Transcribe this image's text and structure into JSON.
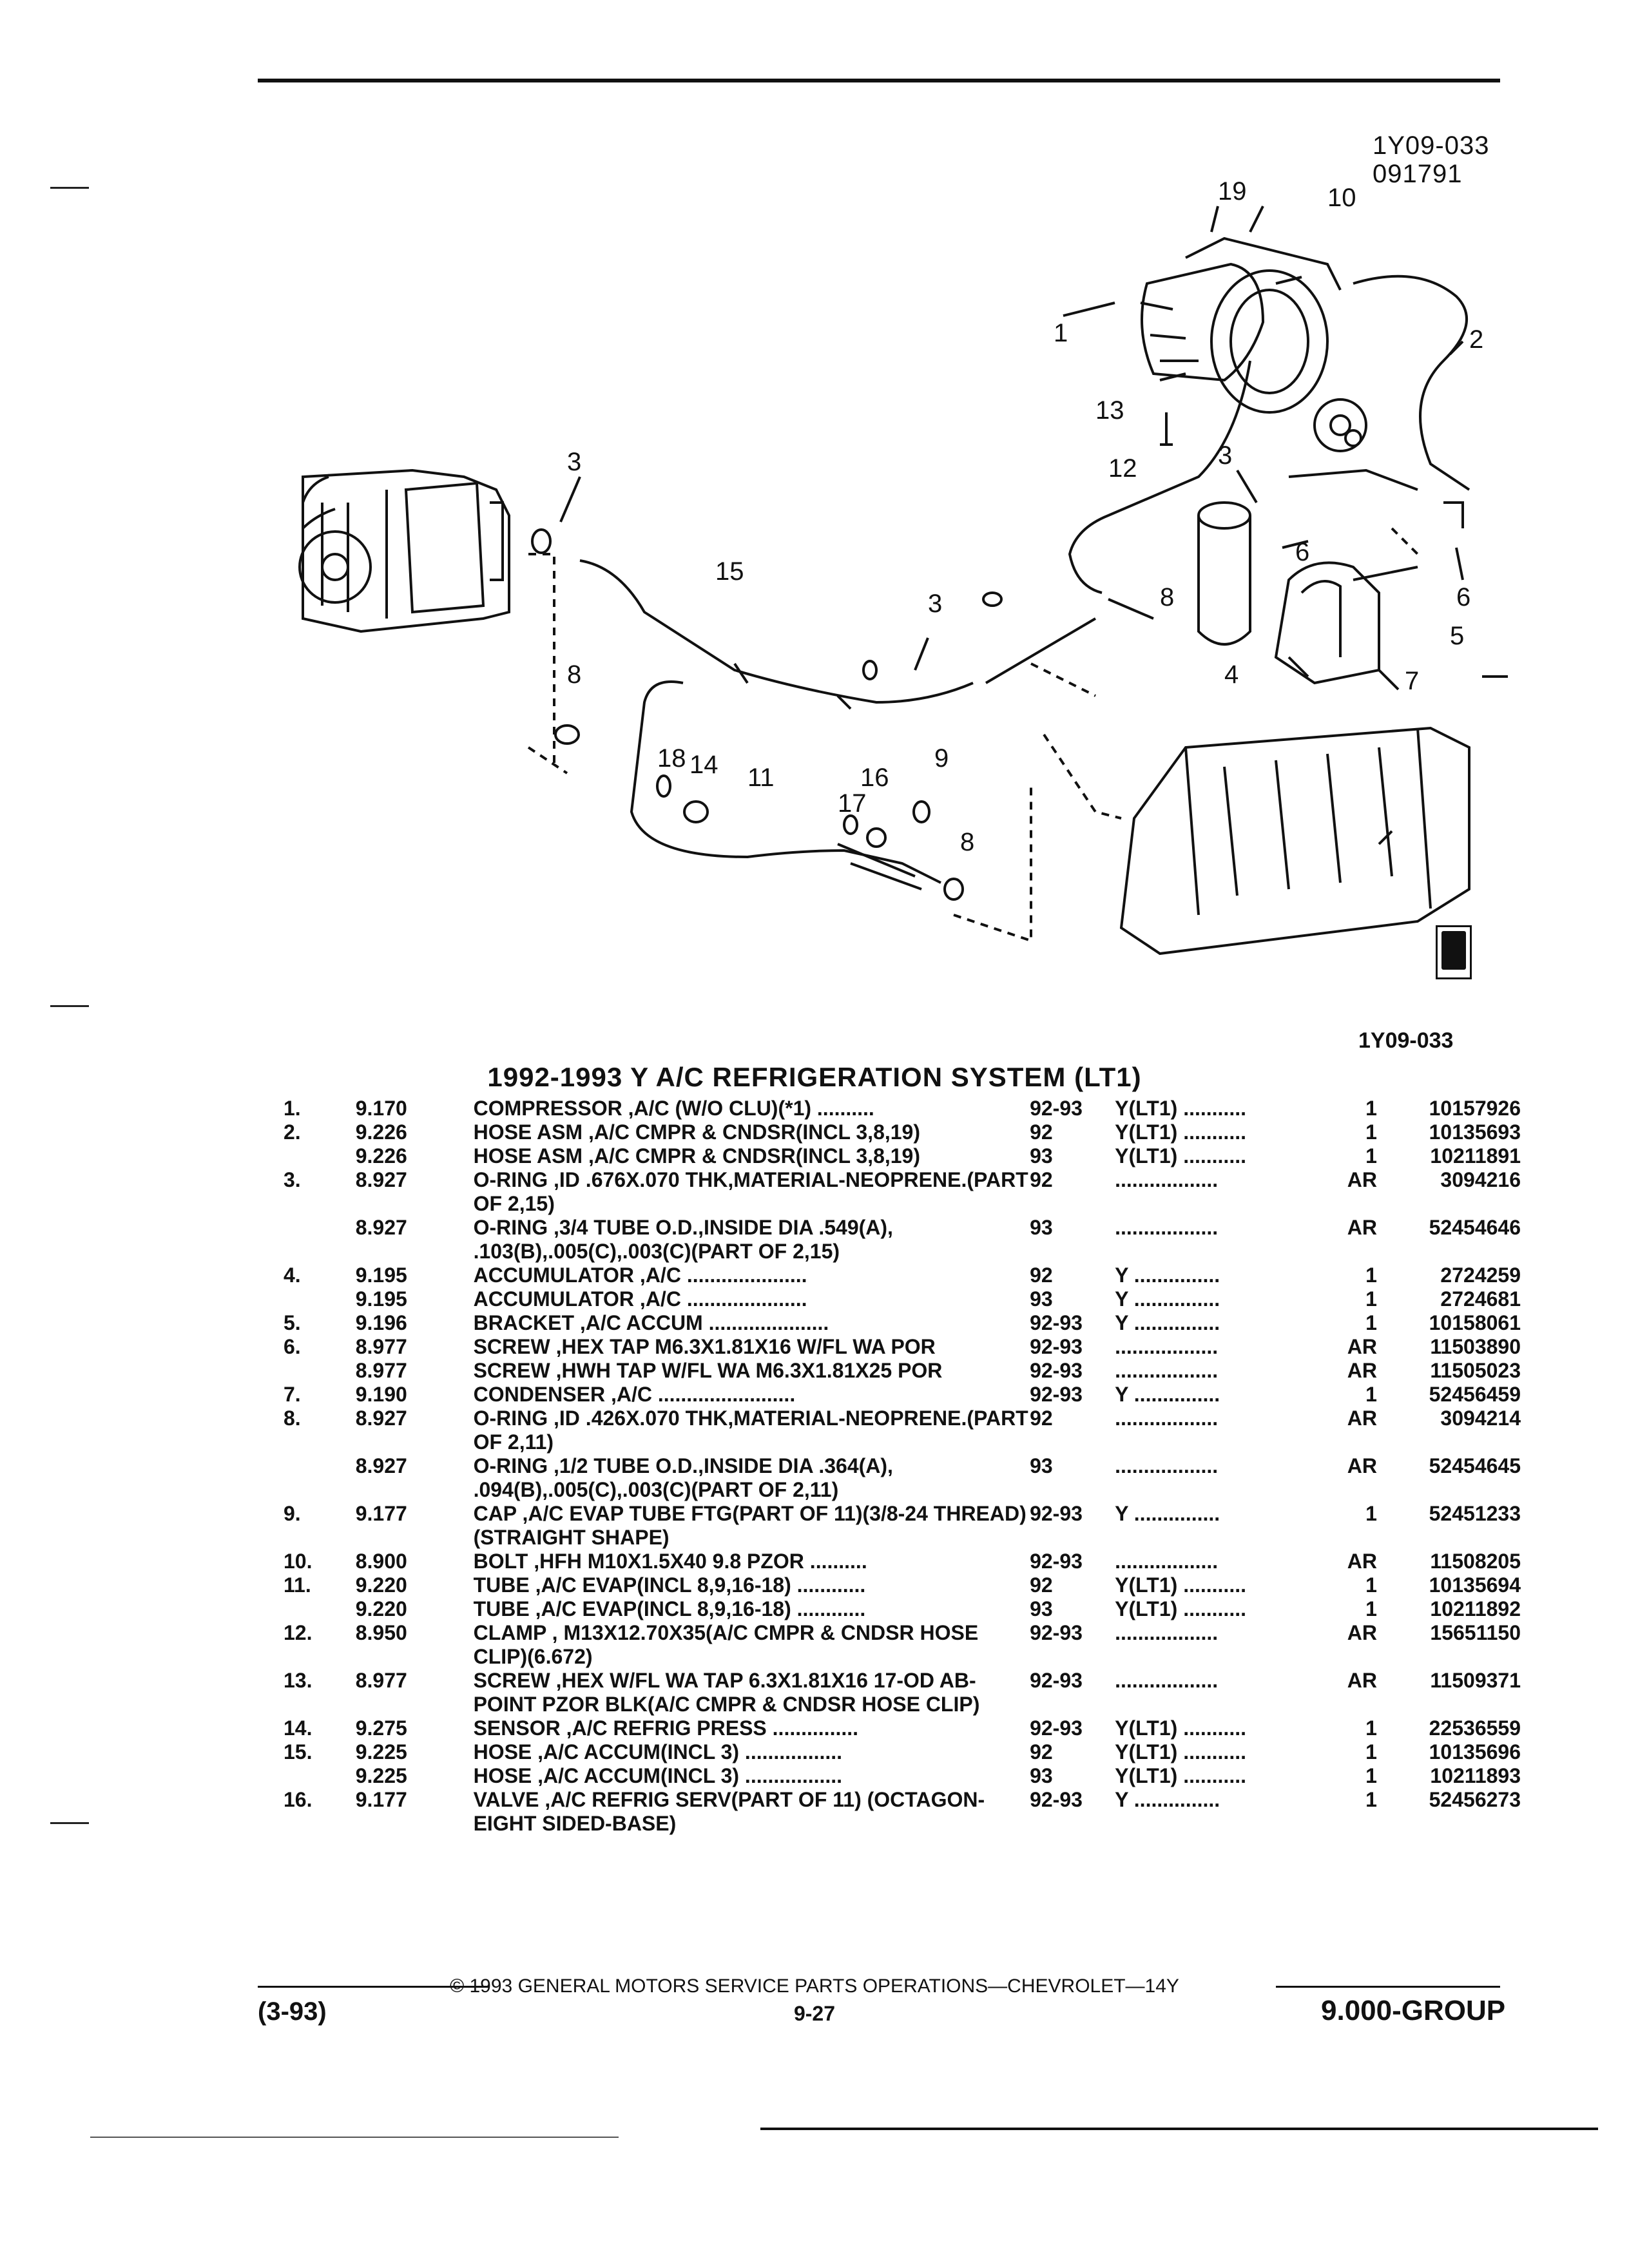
{
  "header": {
    "figure_code": "1Y09-033",
    "figure_date": "091791",
    "figure_code_bottom": "1Y09-033"
  },
  "diagram": {
    "callouts": [
      "1",
      "2",
      "3",
      "3",
      "3",
      "4",
      "5",
      "6",
      "6",
      "7",
      "8",
      "8",
      "8",
      "9",
      "10",
      "11",
      "12",
      "13",
      "14",
      "15",
      "16",
      "17",
      "18",
      "19"
    ]
  },
  "title": "1992-1993 Y A/C REFRIGERATION SYSTEM (LT1)",
  "parts": [
    {
      "item": "1.",
      "ref": "9.170",
      "desc": "COMPRESSOR ,A/C (W/O CLU)(*1) ..........",
      "years": "92-93",
      "model": "Y(LT1) ...........",
      "qty": "1",
      "pn": "10157926"
    },
    {
      "item": "2.",
      "ref": "9.226",
      "desc": "HOSE ASM ,A/C CMPR & CNDSR(INCL 3,8,19)",
      "years": "92",
      "model": "Y(LT1) ...........",
      "qty": "1",
      "pn": "10135693"
    },
    {
      "item": "",
      "ref": "9.226",
      "desc": "HOSE ASM ,A/C CMPR & CNDSR(INCL 3,8,19)",
      "years": "93",
      "model": "Y(LT1) ...........",
      "qty": "1",
      "pn": "10211891"
    },
    {
      "item": "3.",
      "ref": "8.927",
      "desc": "O-RING ,ID .676X.070 THK,MATERIAL-NEOPRENE.(PART OF 2,15)",
      "years": "92",
      "model": "..................",
      "qty": "AR",
      "pn": "3094216"
    },
    {
      "item": "",
      "ref": "8.927",
      "desc": "O-RING ,3/4 TUBE O.D.,INSIDE DIA .549(A), .103(B),.005(C),.003(C)(PART OF 2,15)",
      "years": "93",
      "model": "..................",
      "qty": "AR",
      "pn": "52454646"
    },
    {
      "item": "4.",
      "ref": "9.195",
      "desc": "ACCUMULATOR ,A/C .....................",
      "years": "92",
      "model": "Y ...............",
      "qty": "1",
      "pn": "2724259"
    },
    {
      "item": "",
      "ref": "9.195",
      "desc": "ACCUMULATOR ,A/C .....................",
      "years": "93",
      "model": "Y ...............",
      "qty": "1",
      "pn": "2724681"
    },
    {
      "item": "5.",
      "ref": "9.196",
      "desc": "BRACKET ,A/C ACCUM .....................",
      "years": "92-93",
      "model": "Y ...............",
      "qty": "1",
      "pn": "10158061"
    },
    {
      "item": "6.",
      "ref": "8.977",
      "desc": "SCREW ,HEX TAP M6.3X1.81X16 W/FL WA POR",
      "years": "92-93",
      "model": "..................",
      "qty": "AR",
      "pn": "11503890"
    },
    {
      "item": "",
      "ref": "8.977",
      "desc": "SCREW ,HWH TAP W/FL WA M6.3X1.81X25 POR",
      "years": "92-93",
      "model": "..................",
      "qty": "AR",
      "pn": "11505023"
    },
    {
      "item": "7.",
      "ref": "9.190",
      "desc": "CONDENSER ,A/C ........................",
      "years": "92-93",
      "model": "Y ...............",
      "qty": "1",
      "pn": "52456459"
    },
    {
      "item": "8.",
      "ref": "8.927",
      "desc": "O-RING ,ID .426X.070 THK,MATERIAL-NEOPRENE.(PART OF 2,11)",
      "years": "92",
      "model": "..................",
      "qty": "AR",
      "pn": "3094214"
    },
    {
      "item": "",
      "ref": "8.927",
      "desc": "O-RING ,1/2 TUBE O.D.,INSIDE DIA .364(A), .094(B),.005(C),.003(C)(PART OF 2,11)",
      "years": "93",
      "model": "..................",
      "qty": "AR",
      "pn": "52454645"
    },
    {
      "item": "9.",
      "ref": "9.177",
      "desc": "CAP ,A/C EVAP TUBE FTG(PART OF 11)(3/8-24 THREAD)(STRAIGHT SHAPE)",
      "years": "92-93",
      "model": "Y ...............",
      "qty": "1",
      "pn": "52451233"
    },
    {
      "item": "10.",
      "ref": "8.900",
      "desc": "BOLT ,HFH M10X1.5X40 9.8 PZOR ..........",
      "years": "92-93",
      "model": "..................",
      "qty": "AR",
      "pn": "11508205"
    },
    {
      "item": "11.",
      "ref": "9.220",
      "desc": "TUBE ,A/C EVAP(INCL 8,9,16-18) ............",
      "years": "92",
      "model": "Y(LT1) ...........",
      "qty": "1",
      "pn": "10135694"
    },
    {
      "item": "",
      "ref": "9.220",
      "desc": "TUBE ,A/C EVAP(INCL 8,9,16-18) ............",
      "years": "93",
      "model": "Y(LT1) ...........",
      "qty": "1",
      "pn": "10211892"
    },
    {
      "item": "12.",
      "ref": "8.950",
      "desc": "CLAMP , M13X12.70X35(A/C CMPR & CNDSR HOSE CLIP)(6.672)",
      "years": "92-93",
      "model": "..................",
      "qty": "AR",
      "pn": "15651150"
    },
    {
      "item": "13.",
      "ref": "8.977",
      "desc": "SCREW ,HEX W/FL WA TAP 6.3X1.81X16 17-OD AB-POINT PZOR BLK(A/C CMPR & CNDSR HOSE CLIP)",
      "years": "92-93",
      "model": "..................",
      "qty": "AR",
      "pn": "11509371"
    },
    {
      "item": "14.",
      "ref": "9.275",
      "desc": "SENSOR ,A/C REFRIG PRESS ...............",
      "years": "92-93",
      "model": "Y(LT1) ...........",
      "qty": "1",
      "pn": "22536559"
    },
    {
      "item": "15.",
      "ref": "9.225",
      "desc": "HOSE ,A/C ACCUM(INCL 3) .................",
      "years": "92",
      "model": "Y(LT1) ...........",
      "qty": "1",
      "pn": "10135696"
    },
    {
      "item": "",
      "ref": "9.225",
      "desc": "HOSE ,A/C ACCUM(INCL 3) .................",
      "years": "93",
      "model": "Y(LT1) ...........",
      "qty": "1",
      "pn": "10211893"
    },
    {
      "item": "16.",
      "ref": "9.177",
      "desc": "VALVE ,A/C REFRIG SERV(PART OF 11) (OCTAGON-EIGHT SIDED-BASE)",
      "years": "92-93",
      "model": "Y ...............",
      "qty": "1",
      "pn": "52456273"
    }
  ],
  "footer": {
    "copyright": "© 1993 GENERAL MOTORS SERVICE PARTS OPERATIONS—CHEVROLET—14Y",
    "date": "(3-93)",
    "page": "9-27",
    "group": "9.000-GROUP"
  }
}
